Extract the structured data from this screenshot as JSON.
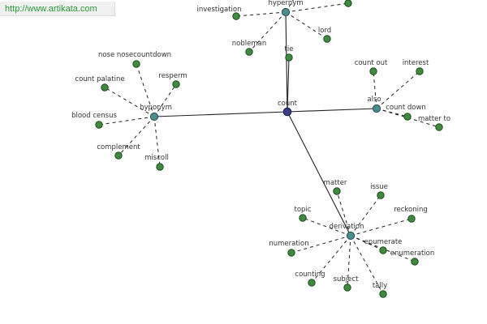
{
  "watermark": {
    "url": "http://www.artikata.com"
  },
  "colors": {
    "root": "#3b3b8e",
    "hub": "#4a8f8f",
    "leaf": "#3f8a3f",
    "edge": "#222222"
  },
  "graph": {
    "root": {
      "id": "count",
      "label": "count"
    },
    "hubs": [
      {
        "id": "hypernym",
        "label": "hypernym",
        "children": [
          "investigation",
          "nobleman",
          "lord",
          "",
          ""
        ]
      },
      {
        "id": "hyponym",
        "label": "hyponym",
        "children": [
          "nose nosecountdown",
          "count palatine",
          "resperm",
          "blood census",
          "complement",
          "miscoll"
        ]
      },
      {
        "id": "also",
        "label": "also",
        "children": [
          "count out",
          "interest",
          "count down",
          "matter to"
        ]
      },
      {
        "id": "derivation",
        "label": "derivation",
        "children": [
          "matter",
          "issue",
          "topic",
          "reckoning",
          "numeration",
          "enumerate",
          "enumeration",
          "counting",
          "subject",
          "tally"
        ]
      }
    ],
    "direct_children": [
      "tie"
    ]
  }
}
